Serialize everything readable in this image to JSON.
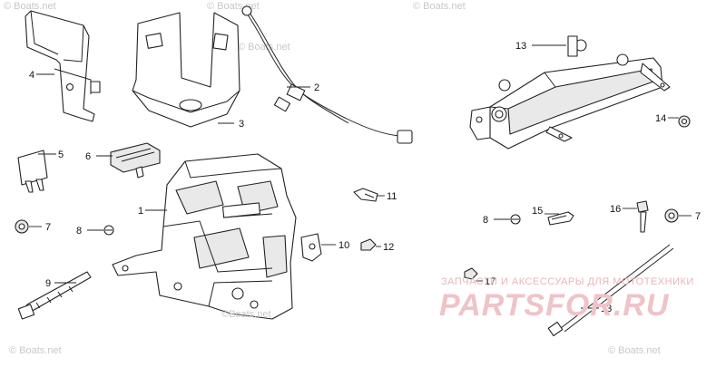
{
  "callouts": {
    "c1": "1",
    "c2": "2",
    "c3": "3",
    "c4": "4",
    "c5": "5",
    "c6": "6",
    "c7a": "7",
    "c7b": "7",
    "c8a": "8",
    "c8b": "8",
    "c9": "9",
    "c10": "10",
    "c11": "11",
    "c12": "12",
    "c13a": "13",
    "c13b": "13",
    "c14": "14",
    "c15": "15",
    "c16": "16",
    "c17": "17"
  },
  "watermarks": {
    "boats_net": "© Boats.net",
    "bottom_mark": "©Boats.net"
  },
  "brand": {
    "tagline": "ЗАПЧАСТИ И АКСЕССУАРЫ ДЛЯ МОТОТЕХНИКИ",
    "name": "PARTSFOR.RU"
  },
  "colors": {
    "line": "#222222",
    "brand_pink": "#efc3c7",
    "watermark_gray": "#c8c8c8"
  }
}
